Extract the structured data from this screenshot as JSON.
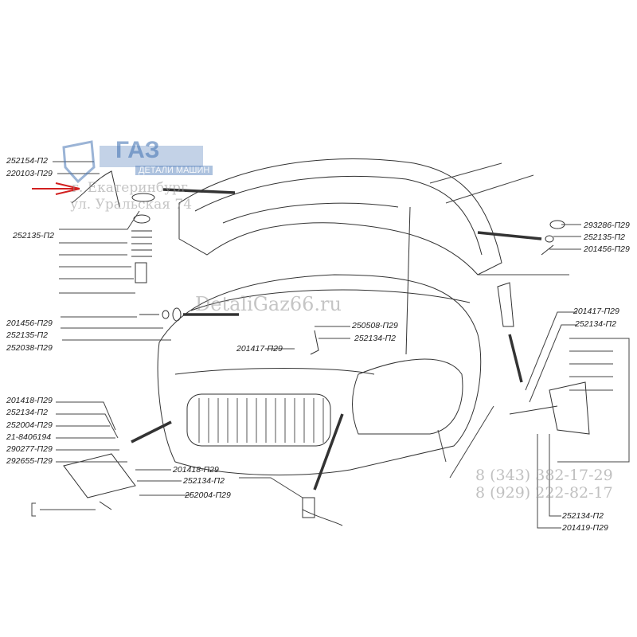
{
  "watermark": {
    "brand": "ГАЗ",
    "subtitle": "ДЕТАЛИ МАШИН",
    "city": "г. Екатеринбург",
    "street": "ул. Уральская 74",
    "site": "DetaliGaz66.ru",
    "phone1": "8 (343) 382-17-29",
    "phone2": "8 (929) 222-82-17",
    "brand_color": "#4a78b5"
  },
  "pointer_arrow_color": "#d22020",
  "labels": {
    "l1": "252154-П2",
    "l2": "220103-П29",
    "l3": "252135-П2",
    "l4": "201456-П29",
    "l5": "252135-П2",
    "l6": "252038-П29",
    "l7": "250508-П29",
    "l8": "252134-П2",
    "l9": "201417-П29",
    "l10": "293286-П29",
    "l11": "252135-П2",
    "l12": "201456-П29",
    "l13": "201417-П29",
    "l14": "252134-П2",
    "l15": "201418-П29",
    "l16": "252134-П2",
    "l17": "252004-П29",
    "l18": "21-8406194",
    "l19": "290277-П29",
    "l20": "292655-П29",
    "l21": "201418-П29",
    "l22": "252134-П2",
    "l23": "252004-П29",
    "l24": "252134-П2",
    "l25": "201419-П29"
  }
}
